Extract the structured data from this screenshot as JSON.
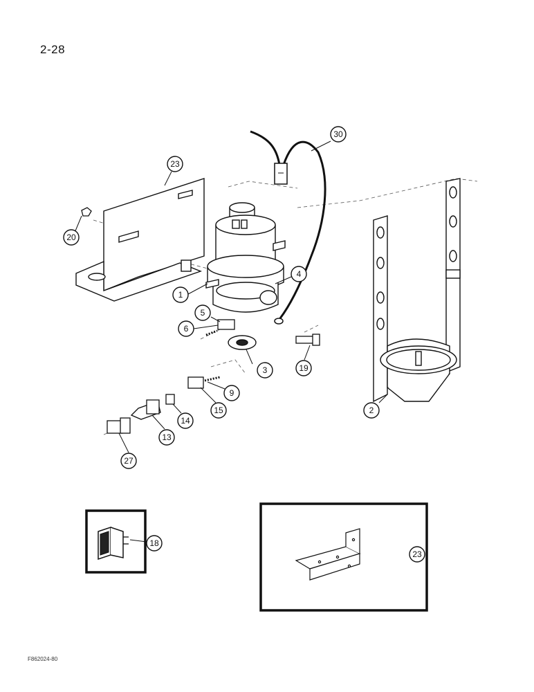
{
  "page_number": "2-28",
  "figure_code": "F862024-80",
  "callouts": {
    "c30": "30",
    "c23_top": "23",
    "c20": "20",
    "c1": "1",
    "c4": "4",
    "c5": "5",
    "c6": "6",
    "c3": "3",
    "c19": "19",
    "c9": "9",
    "c15": "15",
    "c14": "14",
    "c13": "13",
    "c27": "27",
    "c2": "2",
    "c18": "18",
    "c23_inset": "23"
  }
}
